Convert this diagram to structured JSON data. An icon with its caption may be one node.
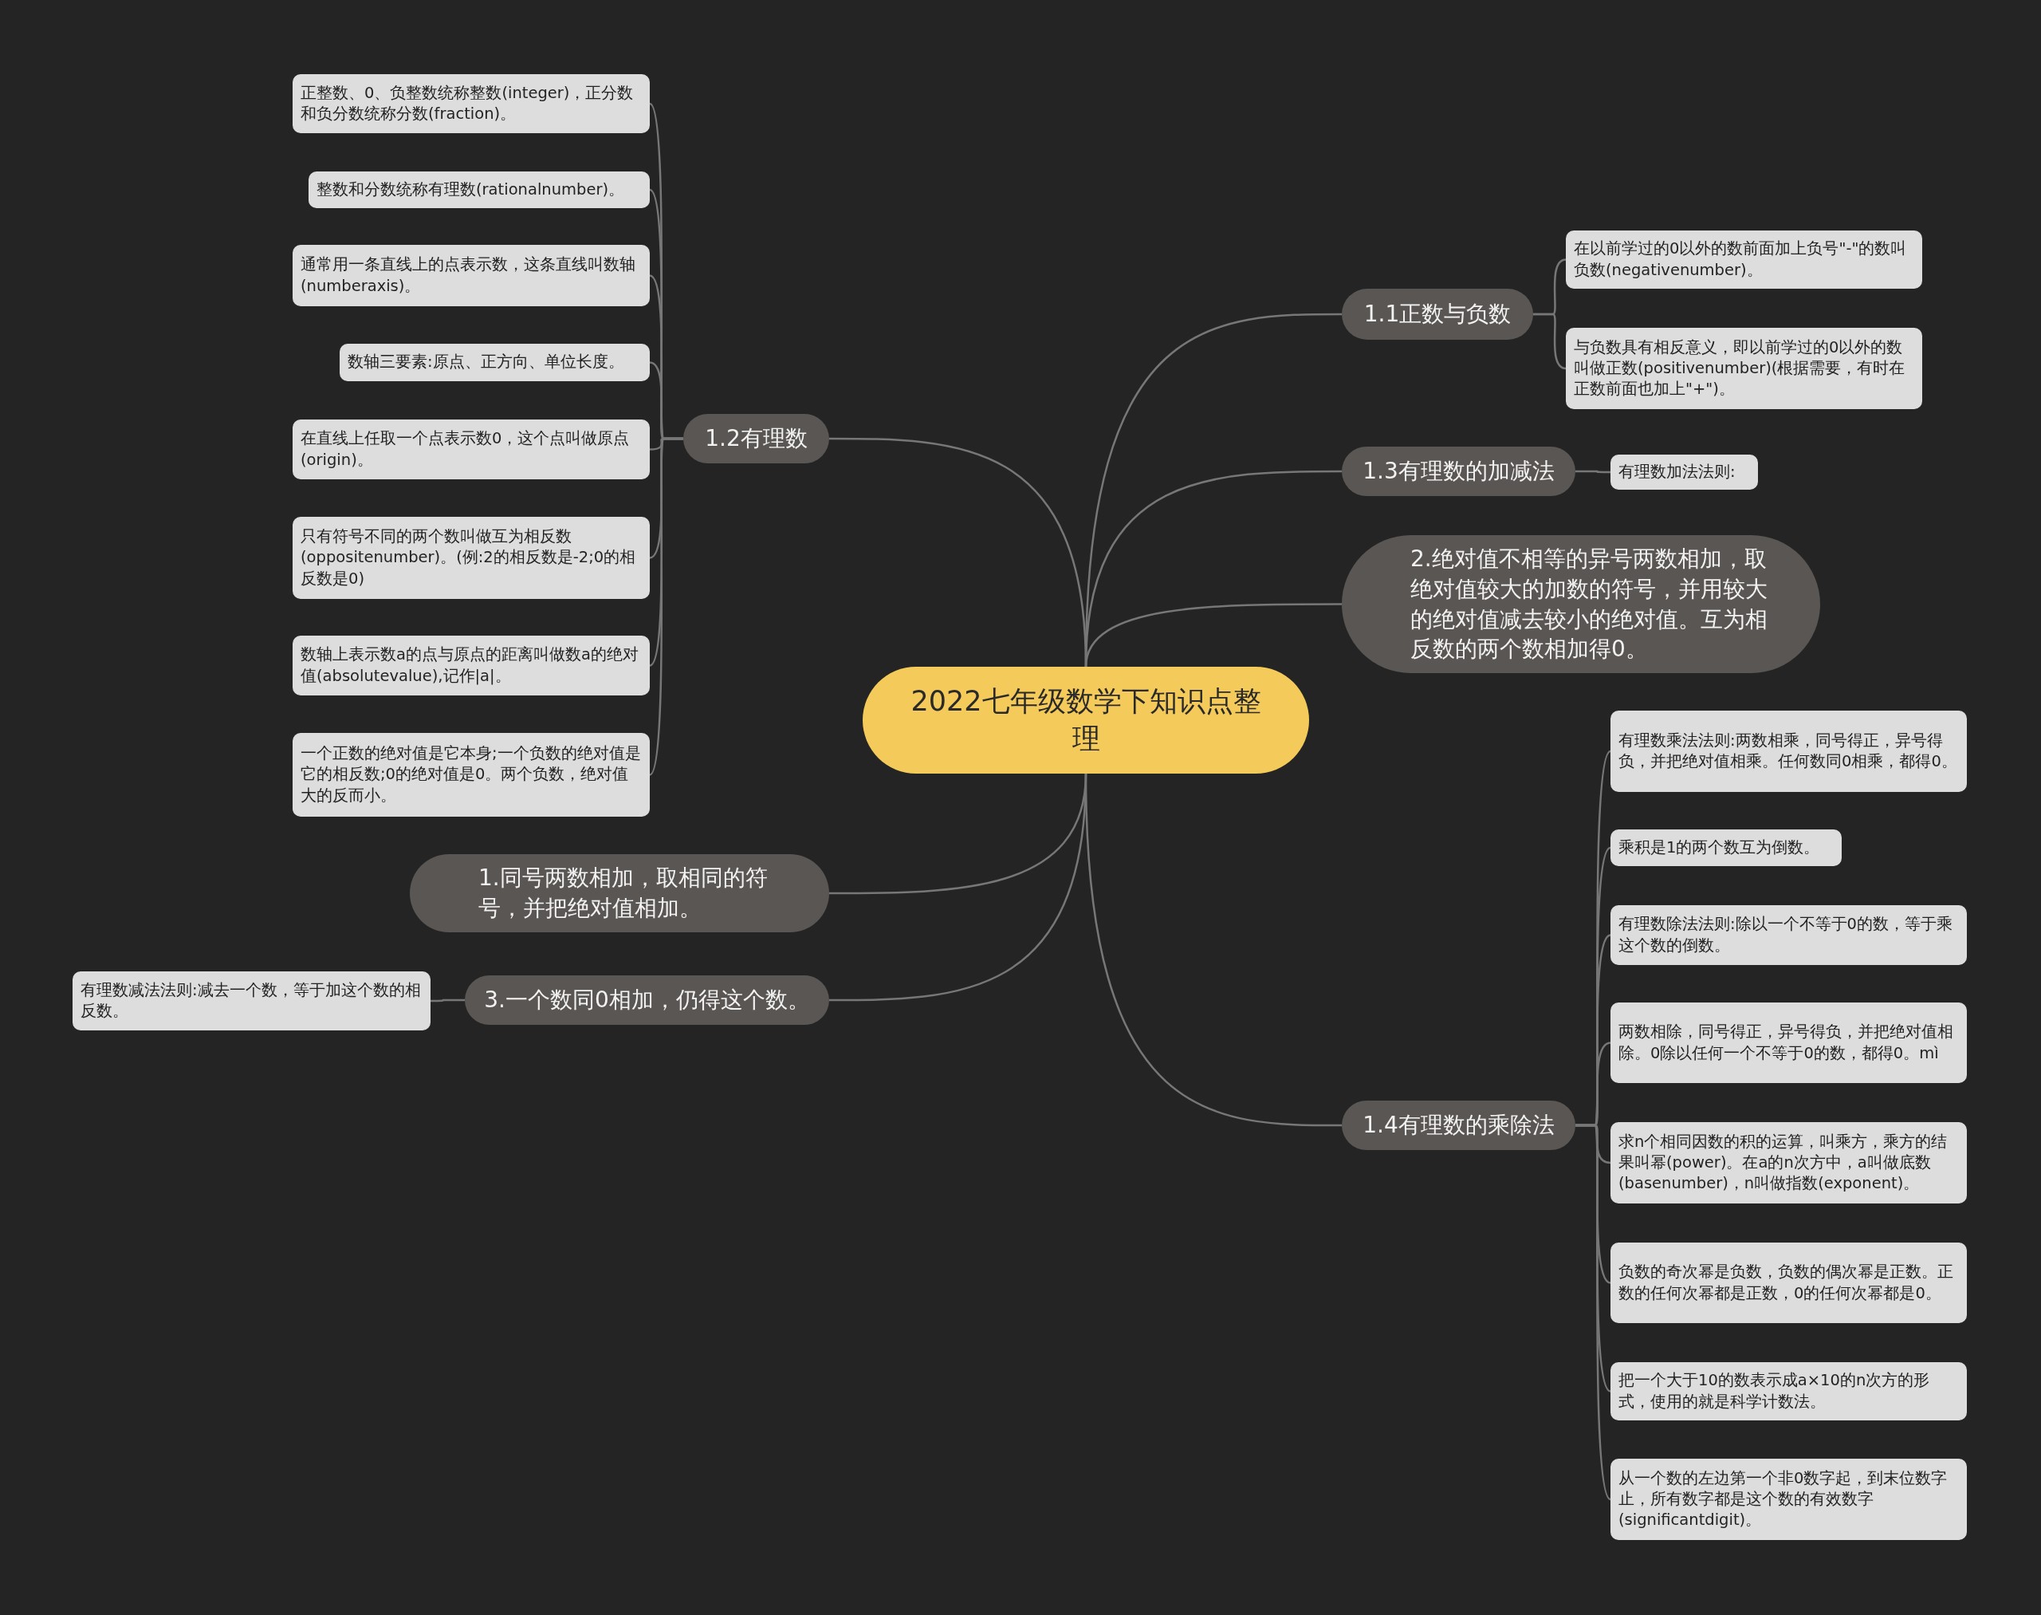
{
  "diagram": {
    "nodes": [
      {
        "text": [
          "2022七年级数学下知识点整理"
        ]
      },
      {
        "text": [
          "1.1正数与负数"
        ]
      },
      {
        "text": [
          "在以前学过的0以外的数前面加上负号\"-\"的数叫负数(negativenumber)。"
        ]
      },
      {
        "text": [
          "与负数具有相反意义，即以前学过的0以外的数叫做正数(positivenumber)(根据需要，有时在正数前面也加上\"+\")。"
        ]
      },
      {
        "text": [
          "1.2有理数"
        ]
      },
      {
        "text": [
          "正整数、0、负整数统称整数(integer)，正分数和负分数统称分数(fraction)。"
        ]
      },
      {
        "text": [
          "整数和分数统称有理数(rationalnumber)。"
        ]
      },
      {
        "text": [
          "通常用一条直线上的点表示数，这条直线叫数轴(numberaxis)。"
        ]
      },
      {
        "text": [
          "数轴三要素:原点、正方向、单位长度。"
        ]
      },
      {
        "text": [
          "在直线上任取一个点表示数0，这个点叫做原点(origin)。"
        ]
      },
      {
        "text": [
          "只有符号不同的两个数叫做互为相反数(oppositenumber)。(例:2的相反数是-2;0的相反数是0)"
        ]
      },
      {
        "text": [
          "数轴上表示数a的点与原点的距离叫做数a的绝对值(absolutevalue),记作|a|。"
        ]
      },
      {
        "text": [
          "一个正数的绝对值是它本身;一个负数的绝对值是它的相反数;0的绝对值是0。两个负数，绝对值大的反而小。"
        ]
      },
      {
        "text": [
          "1.3有理数的加减法"
        ]
      },
      {
        "text": [
          "有理数加法法则:"
        ]
      },
      {
        "text": [
          "2.绝对值不相等的异号两数相加，取绝对值较大的加数的符号，并用较大的绝对值减去较小的绝对值。互为相反数的两个数相加得0。"
        ]
      },
      {
        "text": [
          "1.4有理数的乘除法"
        ]
      },
      {
        "text": [
          "有理数乘法法则:两数相乘，同号得正，异号得负，并把绝对值相乘。任何数同0相乘，都得0。"
        ]
      },
      {
        "text": [
          "乘积是1的两个数互为倒数。"
        ]
      },
      {
        "text": [
          "有理数除法法则:除以一个不等于0的数，等于乘这个数的倒数。"
        ]
      },
      {
        "text": [
          "两数相除，同号得正，异号得负，并把绝对值相除。0除以任何一个不等于0的数，都得0。mì"
        ]
      },
      {
        "text": [
          "求n个相同因数的积的运算，叫乘方，乘方的结果叫幂(power)。在a的n次方中，a叫做底数(basenumber)，n叫做指数(exponent)。"
        ]
      },
      {
        "text": [
          "负数的奇次幂是负数，负数的偶次幂是正数。正数的任何次幂都是正数，0的任何次幂都是0。"
        ]
      },
      {
        "text": [
          "把一个大于10的数表示成a×10的n次方的形式，使用的就是科学计数法。"
        ]
      },
      {
        "text": [
          "从一个数的左边第一个非0数字起，到末位数字止，所有数字都是这个数的有效数字(significantdigit)。"
        ]
      },
      {
        "text": [
          "1.同号两数相加，取相同的符号，并把绝对值相加。"
        ]
      },
      {
        "text": [
          "3.一个数同0相加，仍得这个数。"
        ]
      },
      {
        "text": [
          "有理数减法法则:减去一个数，等于加这个数的相反数。"
        ]
      }
    ],
    "edges": [
      {
        "from": 0,
        "to": 1,
        "arrow": "none"
      },
      {
        "from": 1,
        "to": 2,
        "arrow": "none"
      },
      {
        "from": 1,
        "to": 3,
        "arrow": "none"
      },
      {
        "from": 0,
        "to": 4,
        "arrow": "none"
      },
      {
        "from": 4,
        "to": 5,
        "arrow": "none"
      },
      {
        "from": 4,
        "to": 6,
        "arrow": "none"
      },
      {
        "from": 4,
        "to": 7,
        "arrow": "none"
      },
      {
        "from": 4,
        "to": 8,
        "arrow": "none"
      },
      {
        "from": 4,
        "to": 9,
        "arrow": "none"
      },
      {
        "from": 4,
        "to": 10,
        "arrow": "none"
      },
      {
        "from": 4,
        "to": 11,
        "arrow": "none"
      },
      {
        "from": 4,
        "to": 12,
        "arrow": "none"
      },
      {
        "from": 0,
        "to": 13,
        "arrow": "none"
      },
      {
        "from": 13,
        "to": 14,
        "arrow": "none"
      },
      {
        "from": 0,
        "to": 15,
        "arrow": "none"
      },
      {
        "from": 0,
        "to": 16,
        "arrow": "none"
      },
      {
        "from": 16,
        "to": 17,
        "arrow": "none"
      },
      {
        "from": 16,
        "to": 18,
        "arrow": "none"
      },
      {
        "from": 16,
        "to": 19,
        "arrow": "none"
      },
      {
        "from": 16,
        "to": 20,
        "arrow": "none"
      },
      {
        "from": 16,
        "to": 21,
        "arrow": "none"
      },
      {
        "from": 16,
        "to": 22,
        "arrow": "none"
      },
      {
        "from": 16,
        "to": 23,
        "arrow": "none"
      },
      {
        "from": 16,
        "to": 24,
        "arrow": "none"
      },
      {
        "from": 0,
        "to": 25,
        "arrow": "none"
      },
      {
        "from": 0,
        "to": 26,
        "arrow": "none"
      },
      {
        "from": 26,
        "to": 27,
        "arrow": "none"
      }
    ]
  }
}
